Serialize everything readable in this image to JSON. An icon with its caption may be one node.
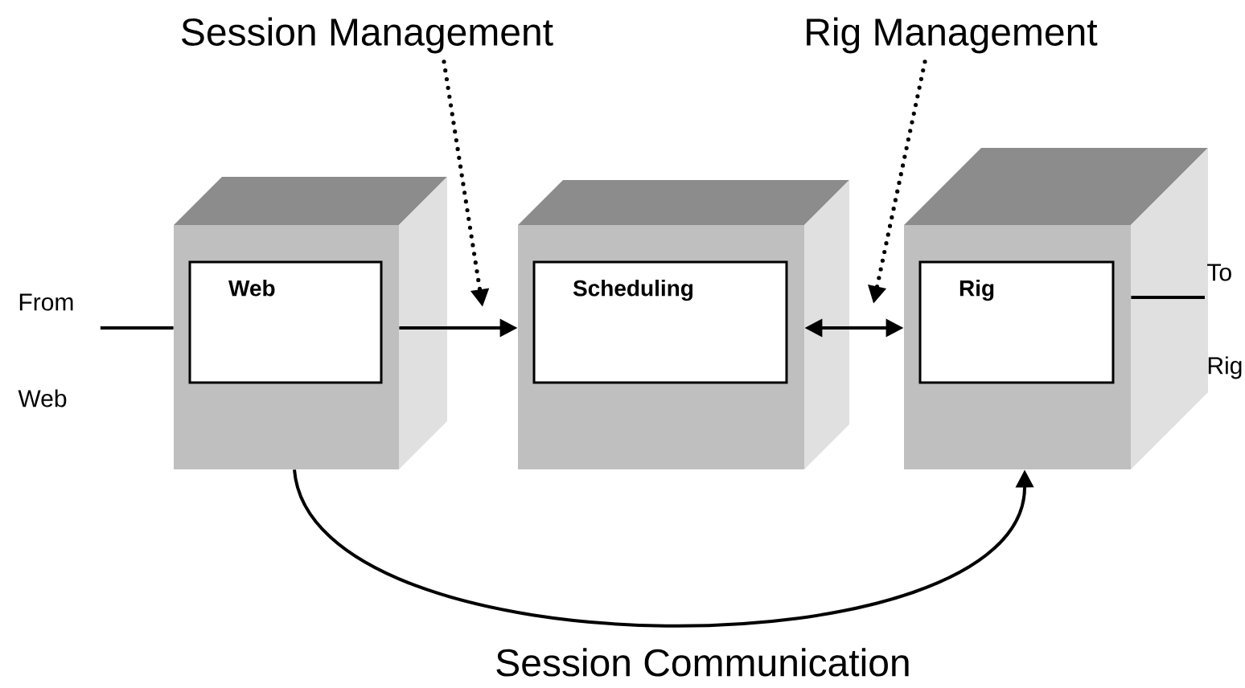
{
  "diagram": {
    "nodes": [
      {
        "text": [
          "Web"
        ]
      },
      {
        "text": [
          "Scheduling"
        ]
      },
      {
        "text": [
          "Rig"
        ]
      },
      {
        "text": [
          "Session Management"
        ]
      },
      {
        "text": [
          "Rig Management"
        ]
      },
      {
        "text": [
          "From Web"
        ]
      },
      {
        "text": [
          "To Rig"
        ]
      }
    ],
    "edges": [
      {
        "from": 0,
        "to": 1,
        "arrow": "to"
      },
      {
        "from": 1,
        "to": 2,
        "arrow": "both"
      },
      {
        "from": 0,
        "to": 2,
        "arrow": "to",
        "label": "Session Communication"
      },
      {
        "from": 5,
        "to": 0,
        "arrow": "none"
      },
      {
        "from": 2,
        "to": 6,
        "arrow": "none"
      },
      {
        "from": 3,
        "to": null,
        "arrow": "to",
        "style": "dashed"
      },
      {
        "from": 4,
        "to": null,
        "arrow": "to",
        "style": "dashed"
      }
    ]
  }
}
